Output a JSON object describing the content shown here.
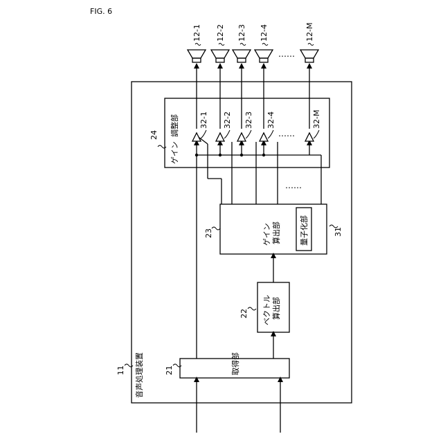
{
  "figure_label": "FIG. 6",
  "speakers": {
    "labels": [
      "12-1",
      "12-2",
      "12-3",
      "12-4",
      "12-M"
    ],
    "ellipsis": "……"
  },
  "device": {
    "ref": "11",
    "name": "音声処理装置"
  },
  "gain_adjust": {
    "ref": "24",
    "name_kana": "ゲイン",
    "name_kanji": "調整部",
    "amplifiers": [
      "32-1",
      "32-2",
      "32-3",
      "32-4",
      "32-M"
    ],
    "ellipsis": "……"
  },
  "gain_calc": {
    "ref": "23",
    "name_kana": "ゲイン",
    "name_kanji": "算出部",
    "ellipsis": "……"
  },
  "quantizer": {
    "ref": "31",
    "name": "量子化部"
  },
  "vector_calc": {
    "ref": "22",
    "name_kana": "ベクトル",
    "name_kanji": "算出部"
  },
  "acquire": {
    "ref": "21",
    "name": "取得部"
  }
}
